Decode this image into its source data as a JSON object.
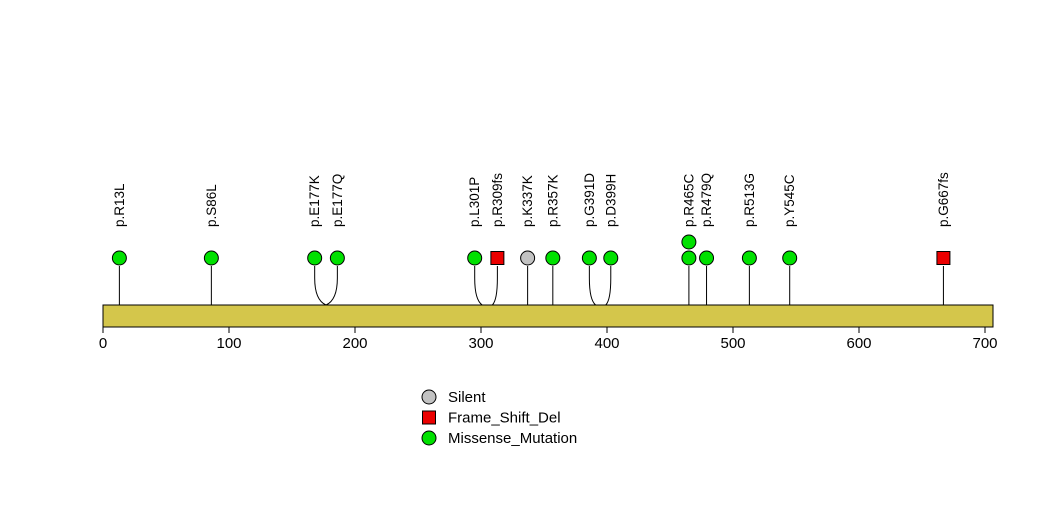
{
  "chart_data": {
    "type": "lollipop",
    "title": "",
    "xlabel": "",
    "ylabel": "",
    "xlim": [
      0,
      700
    ],
    "x_ticks": [
      0,
      100,
      200,
      300,
      400,
      500,
      600,
      700
    ],
    "grid": false,
    "legend_position": "bottom-center",
    "protein_bar_color": "#d4c64b",
    "types": {
      "Silent": {
        "shape": "circle",
        "color": "#c2c2c2"
      },
      "Frame_Shift_Del": {
        "shape": "square",
        "color": "#eb0000"
      },
      "Missense_Mutation": {
        "shape": "circle",
        "color": "#00e100"
      }
    },
    "mutations": [
      {
        "label": "p.R13L",
        "position": 13,
        "display": 13,
        "type": "Missense_Mutation",
        "count": 1
      },
      {
        "label": "p.S86L",
        "position": 86,
        "display": 86,
        "type": "Missense_Mutation",
        "count": 1
      },
      {
        "label": "p.E177K",
        "position": 177,
        "display": 168,
        "type": "Missense_Mutation",
        "count": 1
      },
      {
        "label": "p.E177Q",
        "position": 177,
        "display": 186,
        "type": "Missense_Mutation",
        "count": 1
      },
      {
        "label": "p.L301P",
        "position": 301,
        "display": 295,
        "type": "Missense_Mutation",
        "count": 1
      },
      {
        "label": "p.R309fs",
        "position": 309,
        "display": 313,
        "type": "Frame_Shift_Del",
        "count": 1
      },
      {
        "label": "p.K337K",
        "position": 337,
        "display": 337,
        "type": "Silent",
        "count": 1
      },
      {
        "label": "p.R357K",
        "position": 357,
        "display": 357,
        "type": "Missense_Mutation",
        "count": 1
      },
      {
        "label": "p.G391D",
        "position": 391,
        "display": 386,
        "type": "Missense_Mutation",
        "count": 1
      },
      {
        "label": "p.D399H",
        "position": 399,
        "display": 403,
        "type": "Missense_Mutation",
        "count": 1
      },
      {
        "label": "p.R465C",
        "position": 465,
        "display": 465,
        "type": "Missense_Mutation",
        "count": 2
      },
      {
        "label": "p.R479Q",
        "position": 479,
        "display": 479,
        "type": "Missense_Mutation",
        "count": 1
      },
      {
        "label": "p.R513G",
        "position": 513,
        "display": 513,
        "type": "Missense_Mutation",
        "count": 1
      },
      {
        "label": "p.Y545C",
        "position": 545,
        "display": 545,
        "type": "Missense_Mutation",
        "count": 1
      },
      {
        "label": "p.G667fs",
        "position": 667,
        "display": 667,
        "type": "Frame_Shift_Del",
        "count": 1
      }
    ],
    "legend": [
      {
        "label": "Silent",
        "shape": "circle",
        "color": "#c2c2c2"
      },
      {
        "label": "Frame_Shift_Del",
        "shape": "square",
        "color": "#eb0000"
      },
      {
        "label": "Missense_Mutation",
        "shape": "circle",
        "color": "#00e100"
      }
    ]
  }
}
